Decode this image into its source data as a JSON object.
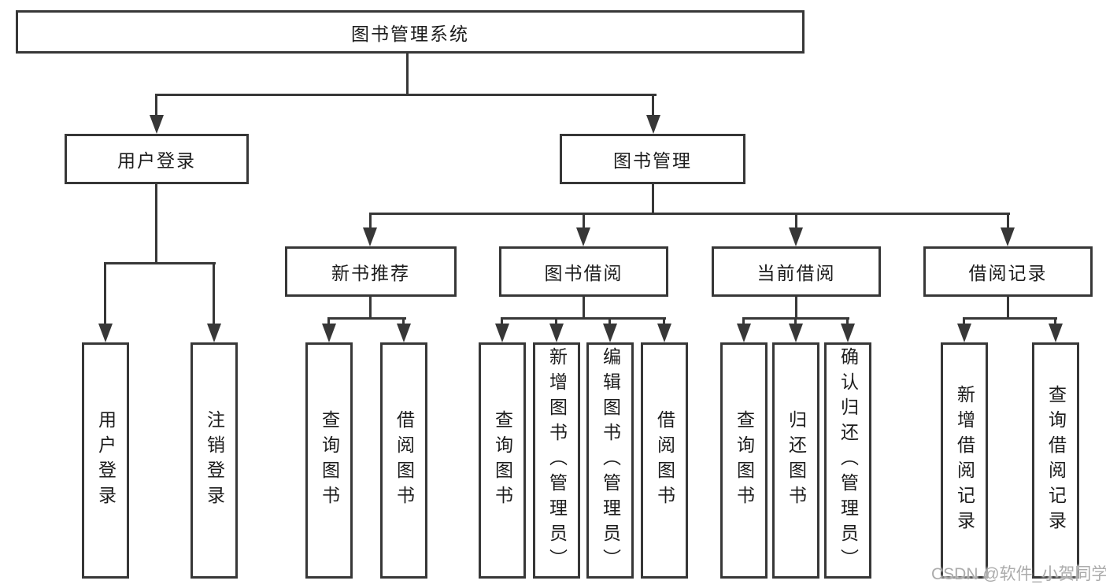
{
  "tree": {
    "root": {
      "label": "图书管理系统"
    },
    "user": {
      "label": "用户登录",
      "children": [
        {
          "label": "用户登录"
        },
        {
          "label": "注销登录"
        }
      ]
    },
    "mgmt": {
      "label": "图书管理",
      "groups": [
        {
          "label": "新书推荐",
          "children": [
            {
              "label": "查询图书"
            },
            {
              "label": "借阅图书"
            }
          ]
        },
        {
          "label": "图书借阅",
          "children": [
            {
              "label": "查询图书"
            },
            {
              "label": "新增图书（管理员）"
            },
            {
              "label": "编辑图书（管理员）"
            },
            {
              "label": "借阅图书"
            }
          ]
        },
        {
          "label": "当前借阅",
          "children": [
            {
              "label": "查询图书"
            },
            {
              "label": "归还图书"
            },
            {
              "label": "确认归还（管理员）"
            }
          ]
        },
        {
          "label": "借阅记录",
          "children": [
            {
              "label": "新增借阅记录"
            },
            {
              "label": "查询借阅记录"
            }
          ]
        }
      ]
    }
  },
  "watermark": {
    "text": "CSDN @软件_小贺同学"
  },
  "colors": {
    "line": "#373737",
    "text": "#1c1c1c",
    "background": "#ffffff",
    "watermark": "#ababab"
  }
}
